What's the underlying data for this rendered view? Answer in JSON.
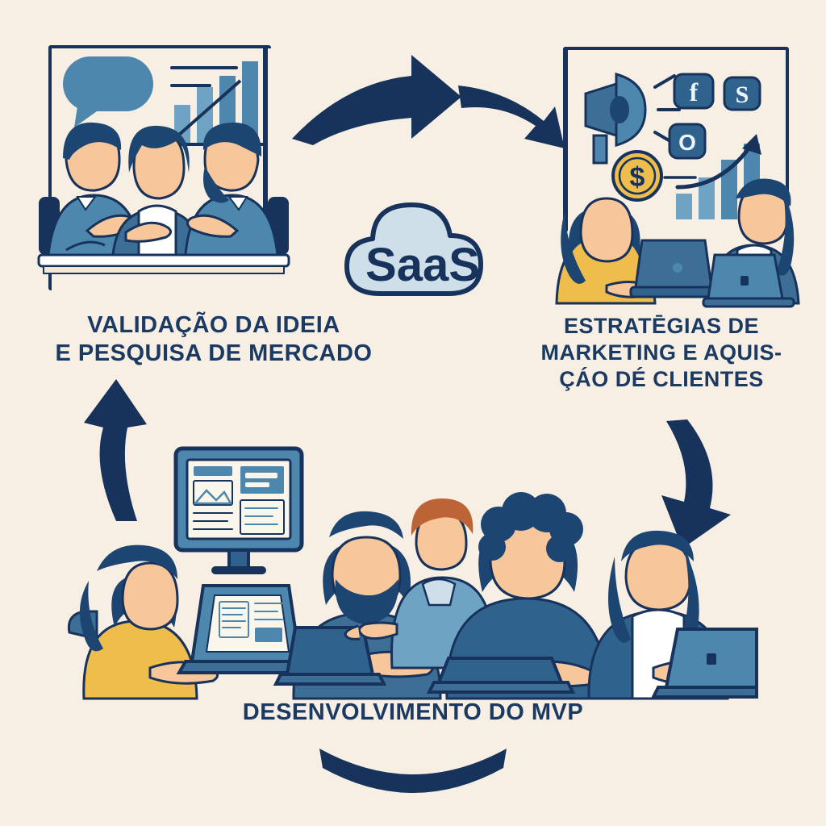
{
  "page": {
    "type": "infographic",
    "language": "pt-BR",
    "background_color": "#f7efe3",
    "ink_color": "#17335c"
  },
  "center": {
    "badge_label": "SaaS",
    "badge_shape": "cloud",
    "badge_fill": "#cfdfe9",
    "badge_stroke": "#17335c",
    "badge_text_color": "#17335c"
  },
  "steps": [
    {
      "id": "validation",
      "position": "top-left",
      "label_line1": "VALIDAÇÃO DA IDEIA",
      "label_line2": "E PESQUISA DE MERCADO",
      "scene": "three-people-meeting-at-table",
      "board_icons": [
        "speech-bubble-icon",
        "text-lines-icon",
        "bar-chart-trend-icon"
      ]
    },
    {
      "id": "marketing",
      "position": "top-right",
      "label_line1": "ESTRATĒGIAS DE",
      "label_line2": "MARKETING E AQUIS-",
      "label_line3": "ÇÁO DÉ CLIENTES",
      "scene": "two-women-with-laptops",
      "board_icons": [
        "megaphone-icon",
        "dollar-coin-icon",
        "facebook-tile-icon",
        "skype-tile-icon",
        "instagram-tile-icon",
        "growth-arrow-bar-chart-icon"
      ]
    },
    {
      "id": "mvp",
      "position": "bottom",
      "label_line1": "DESENVOLVIMENTO DO MVP",
      "scene": "five-person-dev-team-with-monitor-and-laptops",
      "board_icons": [
        "desktop-monitor-wireframe-icon",
        "laptop-icon"
      ]
    }
  ],
  "social_tiles": [
    {
      "glyph": "f",
      "name": "facebook-tile-icon"
    },
    {
      "glyph": "S",
      "name": "skype-tile-icon"
    },
    {
      "glyph": "O",
      "name": "instagram-tile-icon"
    }
  ],
  "arrows": [
    {
      "name": "arrow-validation-to-marketing-upper",
      "direction": "right",
      "color": "#17335c"
    },
    {
      "name": "arrow-validation-to-marketing-lower",
      "direction": "down-right",
      "color": "#17335c"
    },
    {
      "name": "arrow-marketing-to-mvp",
      "direction": "down-left",
      "color": "#17335c"
    },
    {
      "name": "arrow-mvp-to-validation",
      "direction": "up",
      "color": "#17335c"
    },
    {
      "name": "arrow-cycle-bottom-arc",
      "direction": "arc",
      "color": "#17335c"
    }
  ],
  "palette": {
    "cream": "#f7efe3",
    "navy": "#17335c",
    "steel_blue": "#4d87ad",
    "mid_blue": "#3d6f96",
    "deep_blue": "#2f628c",
    "pale_blue": "#cfdfe9",
    "yellow": "#eebd4c",
    "skin": "#f7c79b",
    "white": "#ffffff",
    "rust": "#bd6436"
  },
  "chart_data": {
    "type": "bar",
    "title": "",
    "panels": [
      {
        "name": "validation-board-bar-chart",
        "categories": [
          "1",
          "2",
          "3",
          "4"
        ],
        "values": [
          35,
          55,
          75,
          100
        ],
        "trendline": true
      },
      {
        "name": "marketing-growth-bar-chart",
        "categories": [
          "1",
          "2",
          "3",
          "4"
        ],
        "values": [
          30,
          50,
          72,
          100
        ],
        "trendline": true
      }
    ]
  }
}
